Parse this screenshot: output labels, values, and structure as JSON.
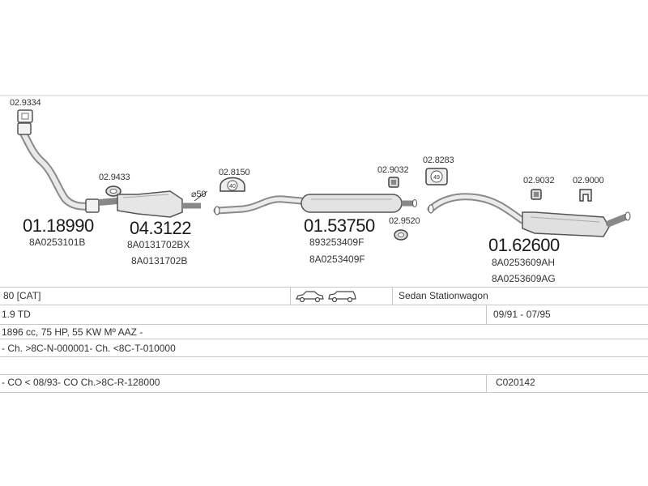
{
  "diagram": {
    "part_codes": {
      "p029334": "02.9334",
      "p029433": "02.9433",
      "p028150": "02.8150",
      "p029032a": "02.9032",
      "p028283": "02.8283",
      "p029520": "02.9520",
      "p029032b": "02.9032",
      "p029000": "02.9000"
    },
    "clamp_label": "⌀50",
    "main_parts": {
      "front_pipe": {
        "number": "01.18990",
        "oem": [
          "8A0253101B"
        ]
      },
      "catalyst": {
        "number": "04.3122",
        "oem": [
          "8A0131702BX",
          "8A0131702B"
        ]
      },
      "center_silencer": {
        "number": "01.53750",
        "oem": [
          "893253409F",
          "8A0253409F"
        ]
      },
      "rear_silencer": {
        "number": "01.62600",
        "oem": [
          "8A0253609AH",
          "8A0253609AG"
        ]
      }
    }
  },
  "info": {
    "model": "80  [CAT]",
    "body": "Sedan  Stationwagon",
    "engine": "1.9 TD",
    "years": "09/91 - 07/95",
    "spec": "1896 cc, 75 HP, 55 KW Mº AAZ -",
    "chassis": "- Ch. >8C-N-000001- Ch. <8C-T-010000",
    "co": "- CO < 08/93- CO Ch.>8C-R-128000",
    "ref": "C020142"
  }
}
